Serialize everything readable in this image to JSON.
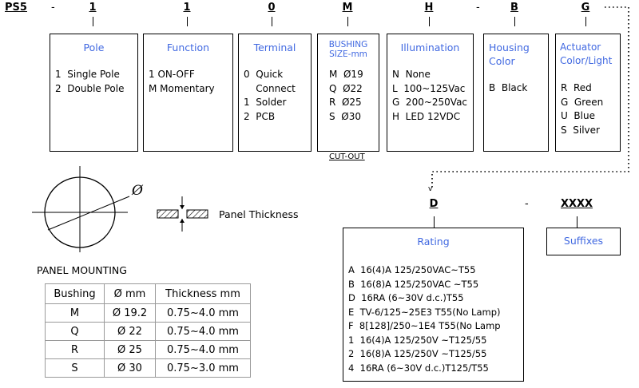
{
  "code": {
    "prefix": "PS5",
    "dash1": "-",
    "c1": "1",
    "c2": "1",
    "c3": "0",
    "c4": "M",
    "c5": "H",
    "dash2": "-",
    "c6": "B",
    "c7": "G",
    "c8": "D",
    "dash3": "-",
    "suffix": "XXXX"
  },
  "boxes": {
    "pole": {
      "title": "Pole",
      "lines": "1  Single Pole\n2  Double Pole"
    },
    "function": {
      "title": "Function",
      "lines": "1 ON-OFF\nM Momentary"
    },
    "terminal": {
      "title": "Terminal",
      "lines": "0  Quick\n    Connect\n1  Solder\n2  PCB"
    },
    "bushing": {
      "title1": "BUSHING",
      "title2": "SIZE-mm",
      "lines": "M  Ø19\nQ  Ø22\nR  Ø25\nS  Ø30",
      "cutout": "CUT-OUT"
    },
    "illumination": {
      "title": "Illumination",
      "lines": "N  None\nL  100~125Vac\nG  200~250Vac\nH  LED 12VDC"
    },
    "housing": {
      "title1": "Housing",
      "title2": "Color",
      "lines": "B  Black"
    },
    "actuator": {
      "title1": "Actuator",
      "title2": "Color/Light",
      "lines": "R  Red\nG  Green\nU  Blue\nS  Silver"
    },
    "rating": {
      "title": "Rating",
      "lines": "A  16(4)A 125/250VAC~T55\nB  16(8)A 125/250VAC ~T55\nD  16RA (6~30V d.c.)T55\nE  TV-6/125~25E3 T55(No Lamp)\nF  8[128]/250~1E4 T55(No Lamp\n1  16(4)A 125/250V ~T125/55\n2  16(8)A 125/250V ~T125/55\n4  16RA (6~30V d.c.)T125/T55"
    },
    "suffixes": {
      "title": "Suffixes"
    }
  },
  "mounting": {
    "phi_symbol": "Ø",
    "panel_thickness_label": "Panel Thickness",
    "title": "PANEL MOUNTING"
  },
  "table": {
    "headers": [
      "Bushing",
      "Ø mm",
      "Thickness mm"
    ],
    "rows": [
      [
        "M",
        "Ø 19.2",
        "0.75~4.0 mm"
      ],
      [
        "Q",
        "Ø 22",
        "0.75~4.0 mm"
      ],
      [
        "R",
        "Ø 25",
        "0.75~4.0 mm"
      ],
      [
        "S",
        "Ø 30",
        "0.75~3.0 mm"
      ]
    ]
  }
}
